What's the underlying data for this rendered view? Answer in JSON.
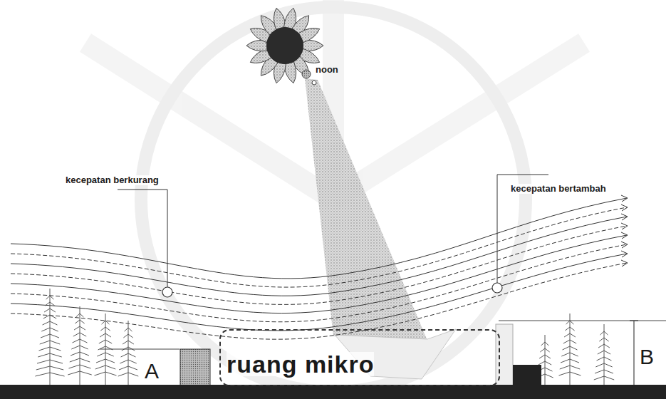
{
  "diagram": {
    "nodes": [
      {
        "text": [
          "ruang mikro"
        ]
      }
    ],
    "labels": [
      "noon",
      "kecepatan berkurang",
      "kecepatan bertambah",
      "A",
      "B"
    ]
  }
}
